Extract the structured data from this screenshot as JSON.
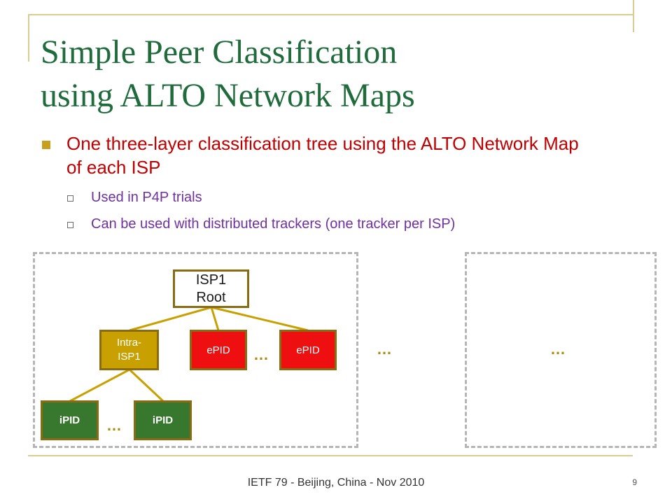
{
  "title": {
    "line1": "Simple Peer Classification",
    "line2": "using ALTO Network Maps"
  },
  "bullet": "One three-layer classification tree using the ALTO Network Map of each ISP",
  "sub_bullets": [
    "Used in P4P trials",
    "Can be used with distributed trackers (one tracker per ISP)"
  ],
  "diagram": {
    "root_label": "ISP1\nRoot",
    "intra_label": "Intra-\nISP1",
    "epid_label": "ePID",
    "ipid_label": "iPID",
    "ellipsis": "…",
    "colors": {
      "intra": "#c8a000",
      "epid": "#ee1010",
      "ipid": "#37782e",
      "border": "#8a6b12",
      "edges": "#c8a000"
    }
  },
  "footer": "IETF 79 - Beijing, China - Nov 2010",
  "page_number": "9"
}
